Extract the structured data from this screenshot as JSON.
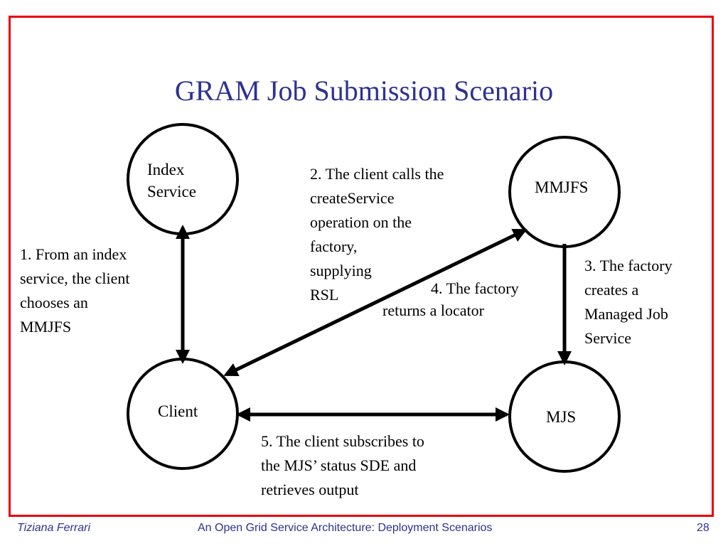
{
  "slide": {
    "title": "GRAM Job Submission Scenario",
    "nodes": {
      "index_service": "Index\nService",
      "mmjfs": "MMJFS",
      "client": "Client",
      "mjs": "MJS"
    },
    "steps": {
      "step1": "1. From an index\nservice, the client\nchooses an\nMMJFS",
      "step2": "2. The client calls the\ncreateService\noperation on the\nfactory,\nsupplying\nRSL",
      "step3": "3. The factory\ncreates a\nManaged Job\nService",
      "step4_line1": "4. The factory",
      "step4_line2": "returns a locator",
      "step5": "5. The client subscribes to\nthe MJS’ status SDE and\nretrieves output"
    }
  },
  "footer": {
    "author": "Tiziana Ferrari",
    "center": "An Open Grid Service Architecture: Deployment Scenarios",
    "page": "28"
  },
  "colors": {
    "frame": "#e8000b",
    "title": "#2e3192",
    "footer": "#2e3192"
  }
}
